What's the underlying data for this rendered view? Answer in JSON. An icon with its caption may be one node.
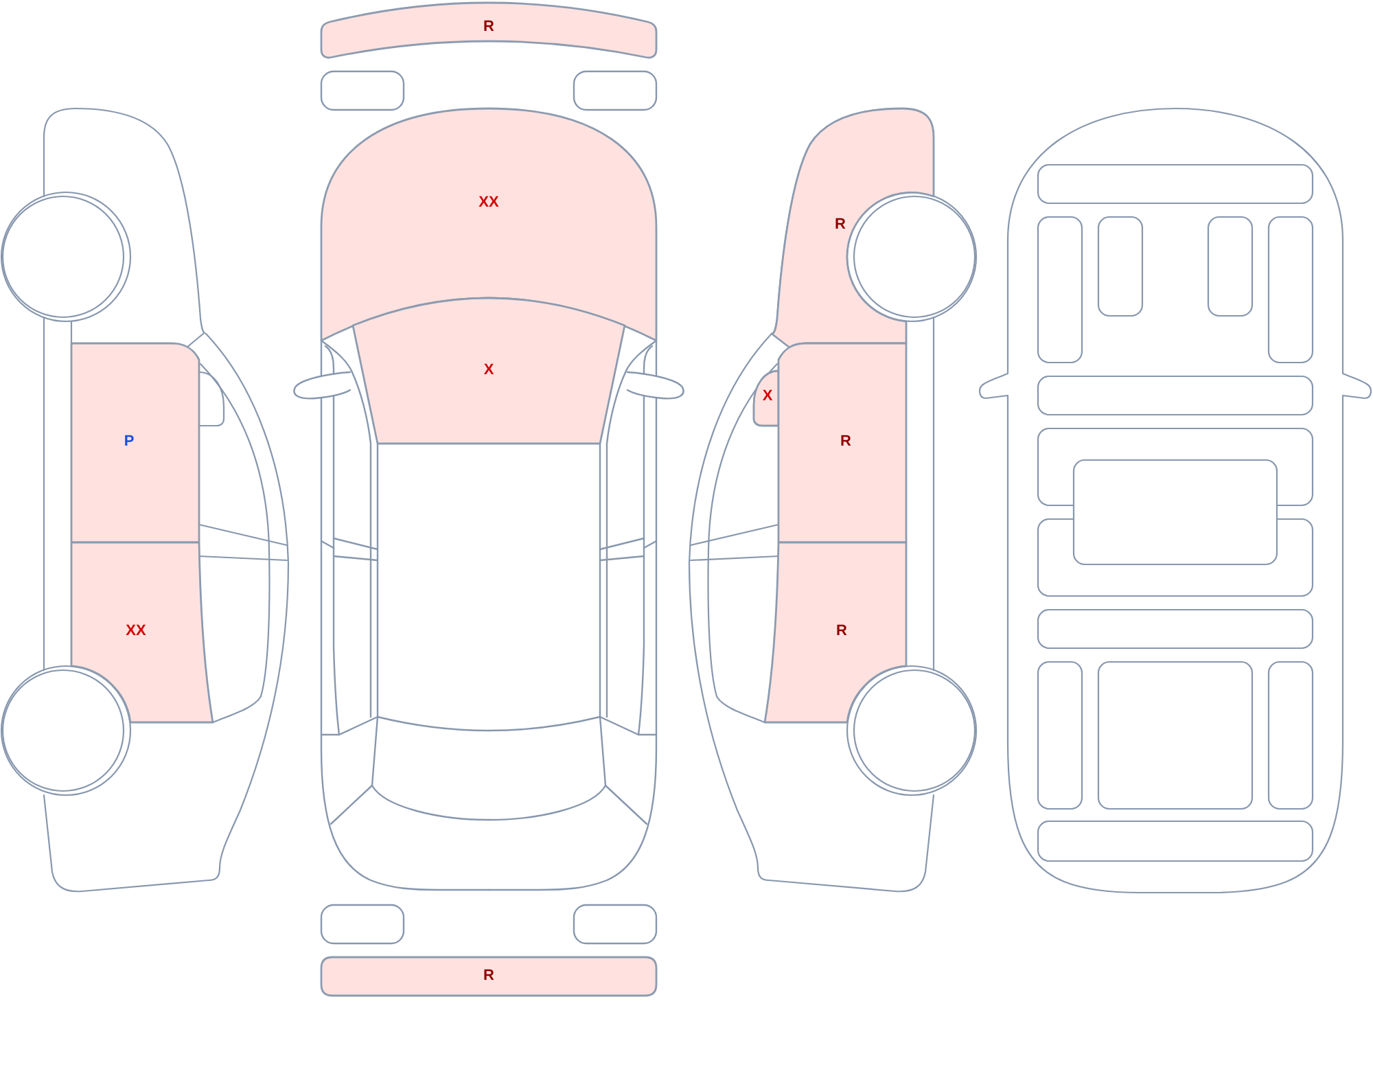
{
  "diagram": {
    "nodes": [
      {
        "text": [
          "R"
        ]
      },
      {
        "text": [
          "XX"
        ]
      },
      {
        "text": [
          "R"
        ]
      },
      {
        "text": [
          "X"
        ]
      },
      {
        "text": [
          "X"
        ]
      },
      {
        "text": [
          "P"
        ]
      },
      {
        "text": [
          "R"
        ]
      },
      {
        "text": [
          "XX"
        ]
      },
      {
        "text": [
          "R"
        ]
      },
      {
        "text": [
          "R"
        ]
      }
    ]
  }
}
